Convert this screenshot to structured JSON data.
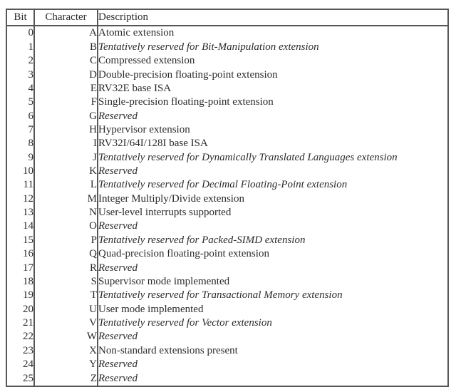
{
  "colors": {
    "background": "#ffffff",
    "border": "#565656",
    "text": "#2b2b2b"
  },
  "table": {
    "headers": [
      {
        "key": "bit",
        "label": "Bit"
      },
      {
        "key": "character",
        "label": "Character"
      },
      {
        "key": "description",
        "label": "Description"
      }
    ],
    "rows": [
      {
        "bit": "0",
        "character": "A",
        "description": "Atomic extension",
        "italic": false
      },
      {
        "bit": "1",
        "character": "B",
        "description": "Tentatively reserved for Bit-Manipulation extension",
        "italic": true
      },
      {
        "bit": "2",
        "character": "C",
        "description": "Compressed extension",
        "italic": false
      },
      {
        "bit": "3",
        "character": "D",
        "description": "Double-precision floating-point extension",
        "italic": false
      },
      {
        "bit": "4",
        "character": "E",
        "description": "RV32E base ISA",
        "italic": false
      },
      {
        "bit": "5",
        "character": "F",
        "description": "Single-precision floating-point extension",
        "italic": false
      },
      {
        "bit": "6",
        "character": "G",
        "description": "Reserved",
        "italic": true
      },
      {
        "bit": "7",
        "character": "H",
        "description": "Hypervisor extension",
        "italic": false
      },
      {
        "bit": "8",
        "character": "I",
        "description": "RV32I/64I/128I base ISA",
        "italic": false
      },
      {
        "bit": "9",
        "character": "J",
        "description": "Tentatively reserved for Dynamically Translated Languages extension",
        "italic": true
      },
      {
        "bit": "10",
        "character": "K",
        "description": "Reserved",
        "italic": true
      },
      {
        "bit": "11",
        "character": "L",
        "description": "Tentatively reserved for Decimal Floating-Point extension",
        "italic": true
      },
      {
        "bit": "12",
        "character": "M",
        "description": "Integer Multiply/Divide extension",
        "italic": false
      },
      {
        "bit": "13",
        "character": "N",
        "description": "User-level interrupts supported",
        "italic": false
      },
      {
        "bit": "14",
        "character": "O",
        "description": "Reserved",
        "italic": true
      },
      {
        "bit": "15",
        "character": "P",
        "description": "Tentatively reserved for Packed-SIMD extension",
        "italic": true
      },
      {
        "bit": "16",
        "character": "Q",
        "description": "Quad-precision floating-point extension",
        "italic": false
      },
      {
        "bit": "17",
        "character": "R",
        "description": "Reserved",
        "italic": true
      },
      {
        "bit": "18",
        "character": "S",
        "description": "Supervisor mode implemented",
        "italic": false
      },
      {
        "bit": "19",
        "character": "T",
        "description": "Tentatively reserved for Transactional Memory extension",
        "italic": true
      },
      {
        "bit": "20",
        "character": "U",
        "description": "User mode implemented",
        "italic": false
      },
      {
        "bit": "21",
        "character": "V",
        "description": "Tentatively reserved for Vector extension",
        "italic": true
      },
      {
        "bit": "22",
        "character": "W",
        "description": "Reserved",
        "italic": true
      },
      {
        "bit": "23",
        "character": "X",
        "description": "Non-standard extensions present",
        "italic": false
      },
      {
        "bit": "24",
        "character": "Y",
        "description": "Reserved",
        "italic": true
      },
      {
        "bit": "25",
        "character": "Z",
        "description": "Reserved",
        "italic": true
      }
    ]
  }
}
